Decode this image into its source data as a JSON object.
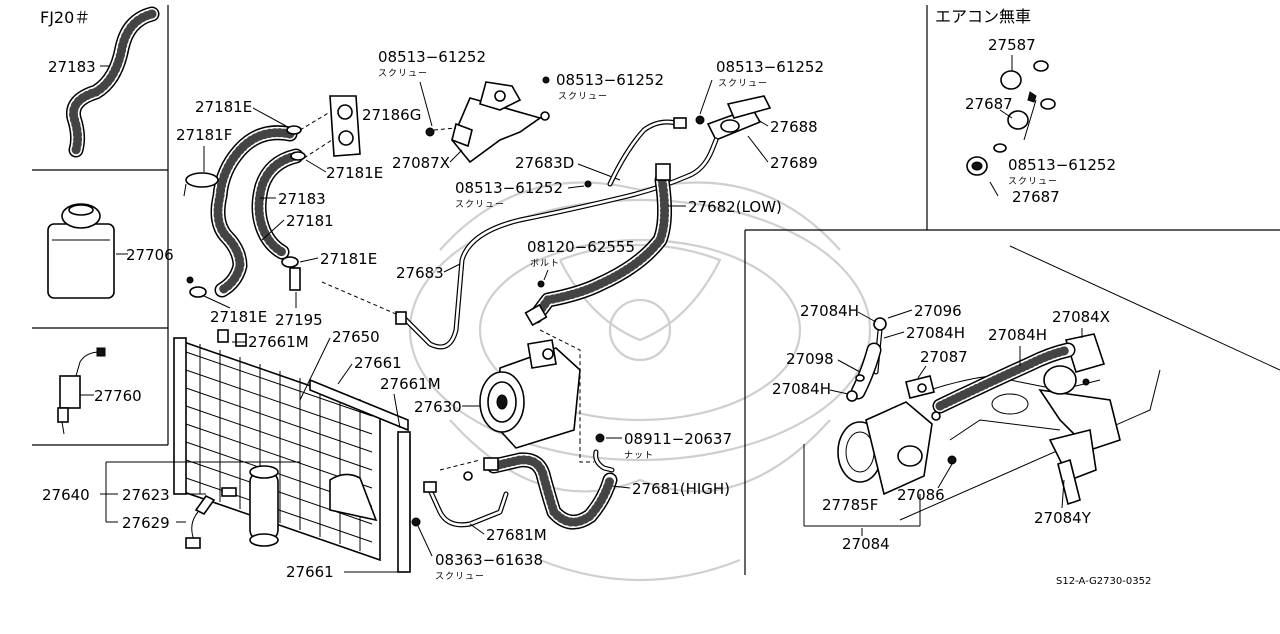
{
  "panels": {
    "fj20": {
      "title": "FJ20＃",
      "hose_label": "27183"
    },
    "no_ac": {
      "title": "エアコン無車",
      "labels": {
        "cap_top": "27587",
        "cap_mid": "27687",
        "screw_code": "08513−61252",
        "screw_kana": "スクリュー",
        "cap_bottom": "27687"
      }
    }
  },
  "left_labels": {
    "reserve_tank": "27706",
    "sensor": "27760"
  },
  "labels": {
    "hose_clamp_1": "27181E",
    "hose_clamp_2": "27181E",
    "hose_clamp_3": "27181E",
    "hose_clamp_4": "27181E",
    "clamp_band": "27181F",
    "grommet_top": "27186G",
    "hose_upper": "27183",
    "hose_lower": "27181",
    "connector": "27195",
    "cond_cap": "27661M",
    "cond_cap_2": "27661M",
    "condenser": "27650",
    "cond_seal": "27661",
    "cond_seal_bottom": "27661",
    "condenser_assy": "27640",
    "receiver_drier": "27623",
    "pressure_switch": "27629",
    "screw_top_left": "08513−61252",
    "screw_top_left_kana": "スクリュー",
    "screw_top_mid": "08513−61252",
    "screw_top_mid_kana": "スクリュー",
    "screw_mid": "08513−61252",
    "screw_mid_kana": "スクリュー",
    "screw_top_right": "08513−61252",
    "screw_top_right_kana": "スクリュー",
    "bracket": "27087X",
    "grommet_right": "27688",
    "grommet_right_2": "27689",
    "pipe_clip": "27683D",
    "low_hose": "27682(LOW)",
    "liquid_pipe": "27683",
    "bolt": "08120−62555",
    "bolt_kana": "ボルト",
    "compressor": "27630",
    "nut": "08911−20637",
    "nut_kana": "ナット",
    "high_hose": "27681(HIGH)",
    "high_pipe": "27681M",
    "screw_bottom": "08363−61638",
    "screw_bottom_kana": "スクリュー"
  },
  "inset": {
    "labels": {
      "hose_h1": "27084H",
      "valve": "27096",
      "hose_h2": "27084H",
      "hose_h3": "27084H",
      "actuator": "27084X",
      "tube": "27098",
      "fitting": "27087",
      "hose_h4": "27084H",
      "cap": "27785F",
      "canister": "27086",
      "bracket": "27084Y",
      "assy": "27084"
    }
  },
  "diagram_code": "S12-A-G2730-0352"
}
